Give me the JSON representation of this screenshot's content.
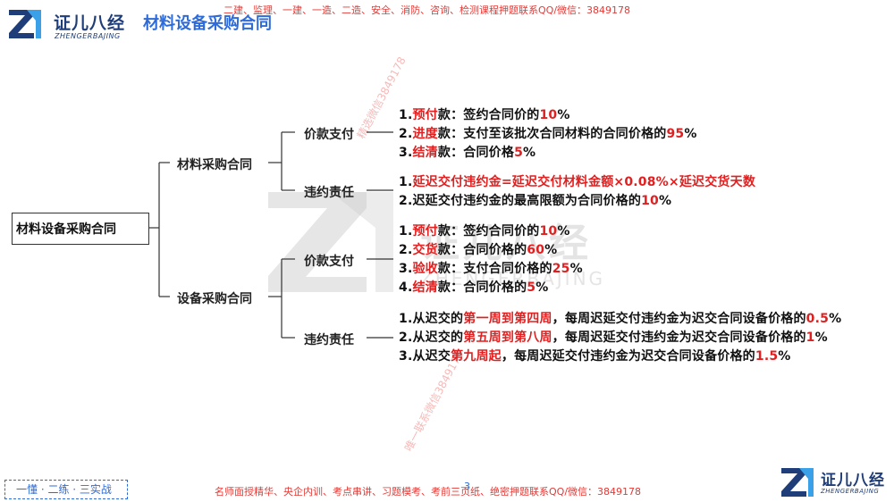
{
  "header": {
    "logo_text": "证儿八经",
    "logo_sub": "ZHENGERBAJING",
    "title": "材料设备采购合同",
    "banner": "二建、监理、一建、一造、二造、安全、消防、咨询、检测课程押题联系QQ/微信：3849178"
  },
  "footer": {
    "slogan": "一懂 · 二练 · 三实战",
    "banner": "名师面授精华、央企内训、考点串讲、习题模考、考前三页纸、绝密押题联系QQ/微信：3849178",
    "page_number": "3",
    "logo_text": "证儿八经",
    "logo_sub": "ZHENGERBAJING"
  },
  "watermarks": {
    "diag1": "精选微信3849178",
    "diag2": "唯一联系微信3849178",
    "center_text": "证儿八经",
    "center_sub": "ZHENGERBAJING"
  },
  "mindmap": {
    "root": "材料设备采购合同",
    "material": {
      "label": "材料采购合同",
      "payment": {
        "label": "价款支付",
        "items": [
          [
            "1.",
            "预付",
            "款：签约合同价的",
            "10",
            "%"
          ],
          [
            "2.",
            "进度",
            "款：支付至该批次合同材料的合同价格的",
            "95",
            "%"
          ],
          [
            "3.",
            "结清",
            "款：合同价格",
            "5",
            "%"
          ]
        ]
      },
      "liability": {
        "label": "违约责任",
        "item1_prefix": "1.",
        "item1_red": "延迟交付违约金=延迟交付材料金额×0.08%×延迟交货天数",
        "item2_pre": "2.迟延交付违约金的最高限额为合同价格的",
        "item2_red": "10",
        "item2_post": "%"
      }
    },
    "equipment": {
      "label": "设备采购合同",
      "payment": {
        "label": "价款支付",
        "items": [
          [
            "1.",
            "预付",
            "款：签约合同价的",
            "10",
            "%"
          ],
          [
            "2.",
            "交货",
            "款：合同价格的",
            "60",
            "%"
          ],
          [
            "3.",
            "验收",
            "款：支付合同价格的",
            "25",
            "%"
          ],
          [
            "4.",
            "结清",
            "款：合同价格的",
            "5",
            "%"
          ]
        ]
      },
      "liability": {
        "label": "违约责任",
        "items": [
          [
            "1.从迟交的",
            "第一周到第四周",
            "，每周迟延交付违约金为迟交合同设备价格的",
            "0.5",
            "%"
          ],
          [
            "2.从迟交的",
            "第五周到第八周",
            "，每周迟延交付违约金为迟交合同设备价格的",
            "1",
            "%"
          ],
          [
            "3.从迟交",
            "第九周起",
            "，每周迟延交付违约金为迟交合同设备价格的",
            "1.5",
            "%"
          ]
        ]
      }
    }
  }
}
